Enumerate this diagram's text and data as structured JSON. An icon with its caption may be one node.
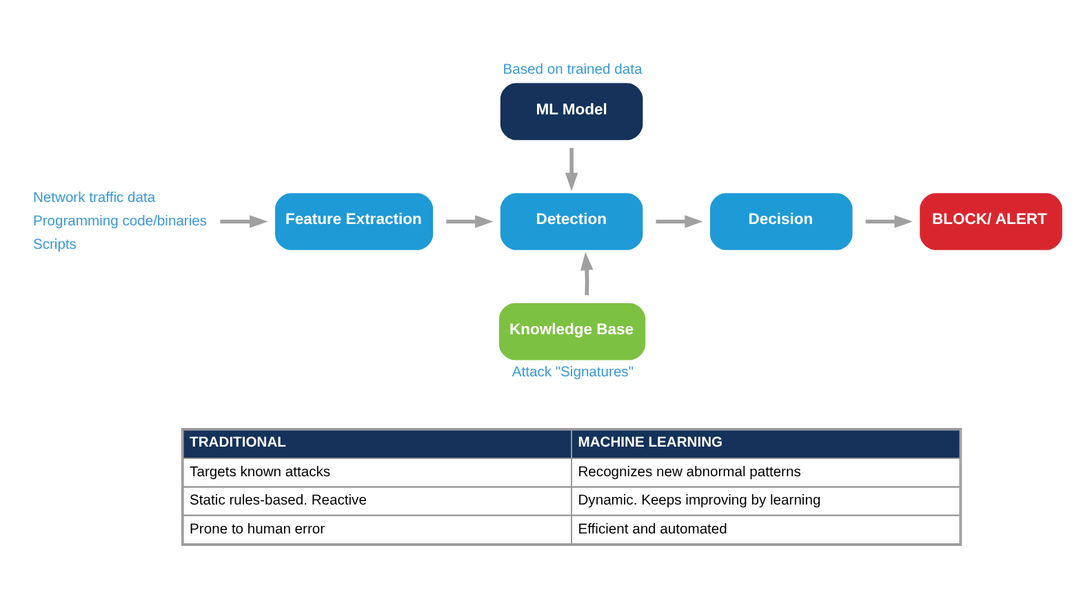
{
  "diagram": {
    "nodes": [
      {
        "text": [
          "ML Model"
        ],
        "beside": [
          "Based on trained data"
        ]
      },
      {
        "text": [
          "Network traffic data",
          "Programming code/binaries",
          "Scripts"
        ]
      },
      {
        "text": [
          "Feature Extraction"
        ]
      },
      {
        "text": [
          "Detection"
        ]
      },
      {
        "text": [
          "Decision"
        ]
      },
      {
        "text": [
          "BLOCK/ ALERT"
        ]
      },
      {
        "text": [
          "Knowledge Base"
        ],
        "beside": [
          "Attack \"Signatures\""
        ]
      }
    ],
    "edges": [
      {
        "from": 1,
        "to": 2,
        "arrow": "to"
      },
      {
        "from": 2,
        "to": 3,
        "arrow": "to"
      },
      {
        "from": 0,
        "to": 3,
        "arrow": "to"
      },
      {
        "from": 3,
        "to": 4,
        "arrow": "to"
      },
      {
        "from": 4,
        "to": 5,
        "arrow": "to"
      },
      {
        "from": 6,
        "to": 3,
        "arrow": "to"
      }
    ],
    "labels": [
      "TRADITIONAL",
      "MACHINE LEARNING",
      "Targets known attacks",
      "Recognizes new abnormal patterns",
      "Static rules-based. Reactive",
      "Dynamic. Keeps improving by learning",
      "Prone to human error",
      "Efficient and automated"
    ]
  }
}
